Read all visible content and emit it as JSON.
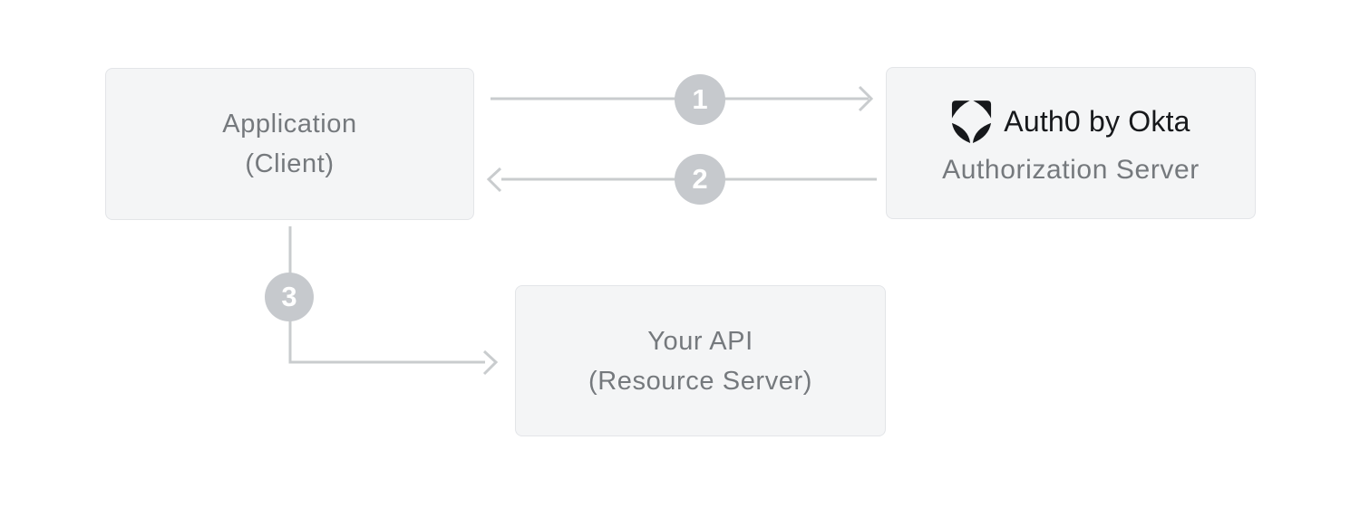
{
  "diagram": {
    "nodes": {
      "application": {
        "line1": "Application",
        "line2": "(Client)"
      },
      "authorization_server": {
        "brand": "Auth0 by Okta",
        "label": "Authorization Server",
        "logo": "auth0-shield-icon"
      },
      "your_api": {
        "line1": "Your API",
        "line2": "(Resource Server)"
      }
    },
    "steps": [
      {
        "number": "1",
        "from": "Application (Client)",
        "to": "Authorization Server",
        "direction": "right"
      },
      {
        "number": "2",
        "from": "Authorization Server",
        "to": "Application (Client)",
        "direction": "left"
      },
      {
        "number": "3",
        "from": "Application (Client)",
        "to": "Your API (Resource Server)",
        "direction": "down-right"
      }
    ]
  },
  "colors": {
    "background": "#ffffff",
    "node_fill": "#f4f5f6",
    "node_border": "#e3e5e8",
    "node_text": "#75797d",
    "connector": "#c9ccce",
    "step_circle_fill": "#c6c9cd",
    "step_number_text": "#ffffff",
    "brand_text": "#16181b"
  }
}
